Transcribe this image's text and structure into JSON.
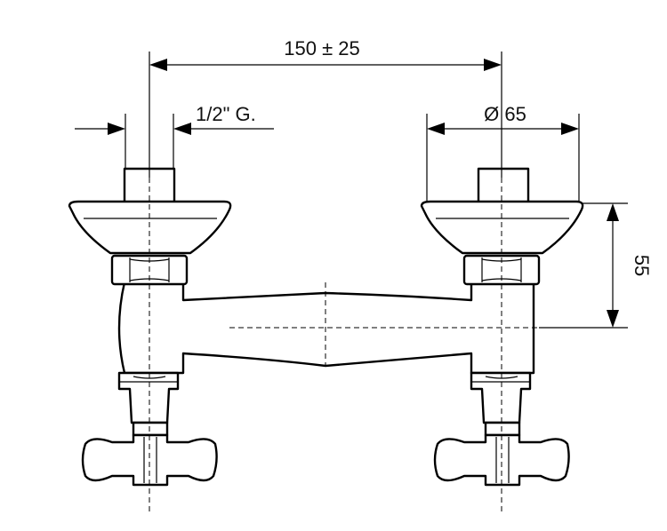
{
  "diagram": {
    "dimensions": {
      "center_distance": "150 ± 25",
      "thread": "1/2\" G.",
      "flange_diameter": "Ø 65",
      "height": "55"
    }
  }
}
